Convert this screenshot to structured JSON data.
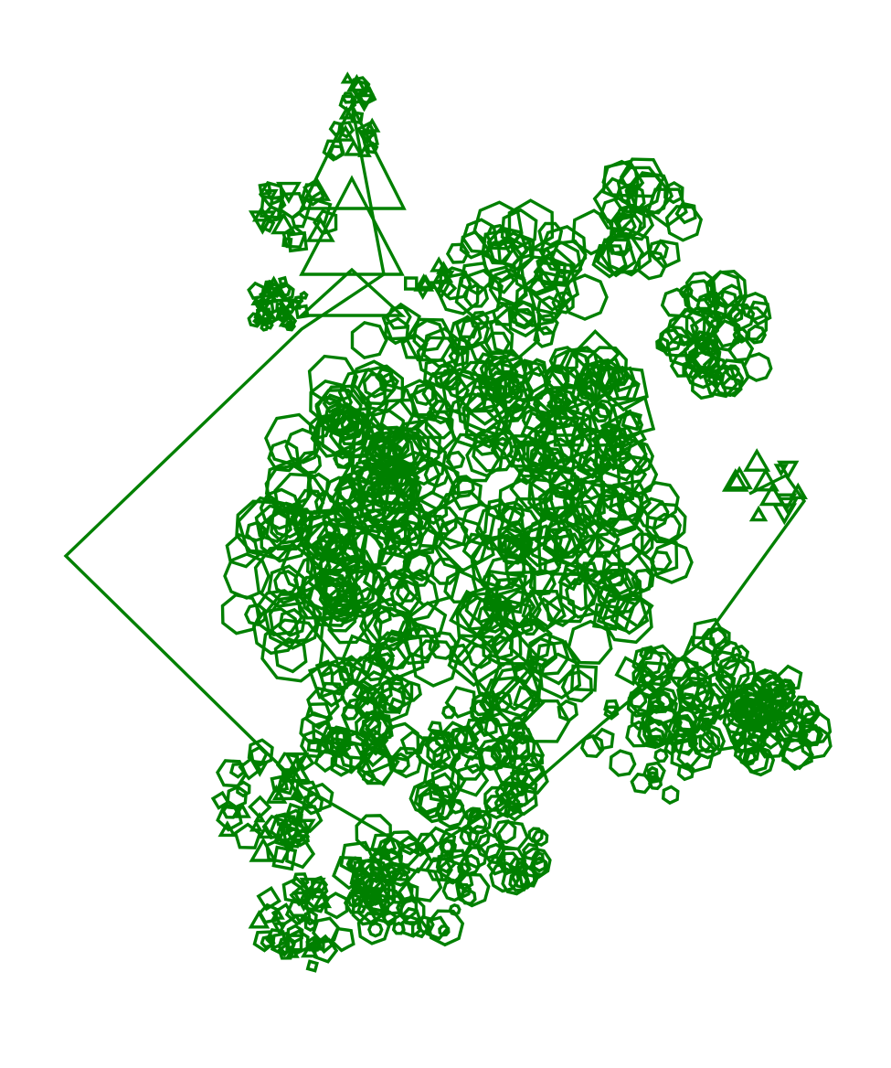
{
  "figure": {
    "description_free": true,
    "stroke_color": "#008000",
    "background_color": "#ffffff",
    "shapes": [
      "triangle",
      "square",
      "pentagon",
      "hexagon",
      "heptagon",
      "octagon"
    ]
  }
}
